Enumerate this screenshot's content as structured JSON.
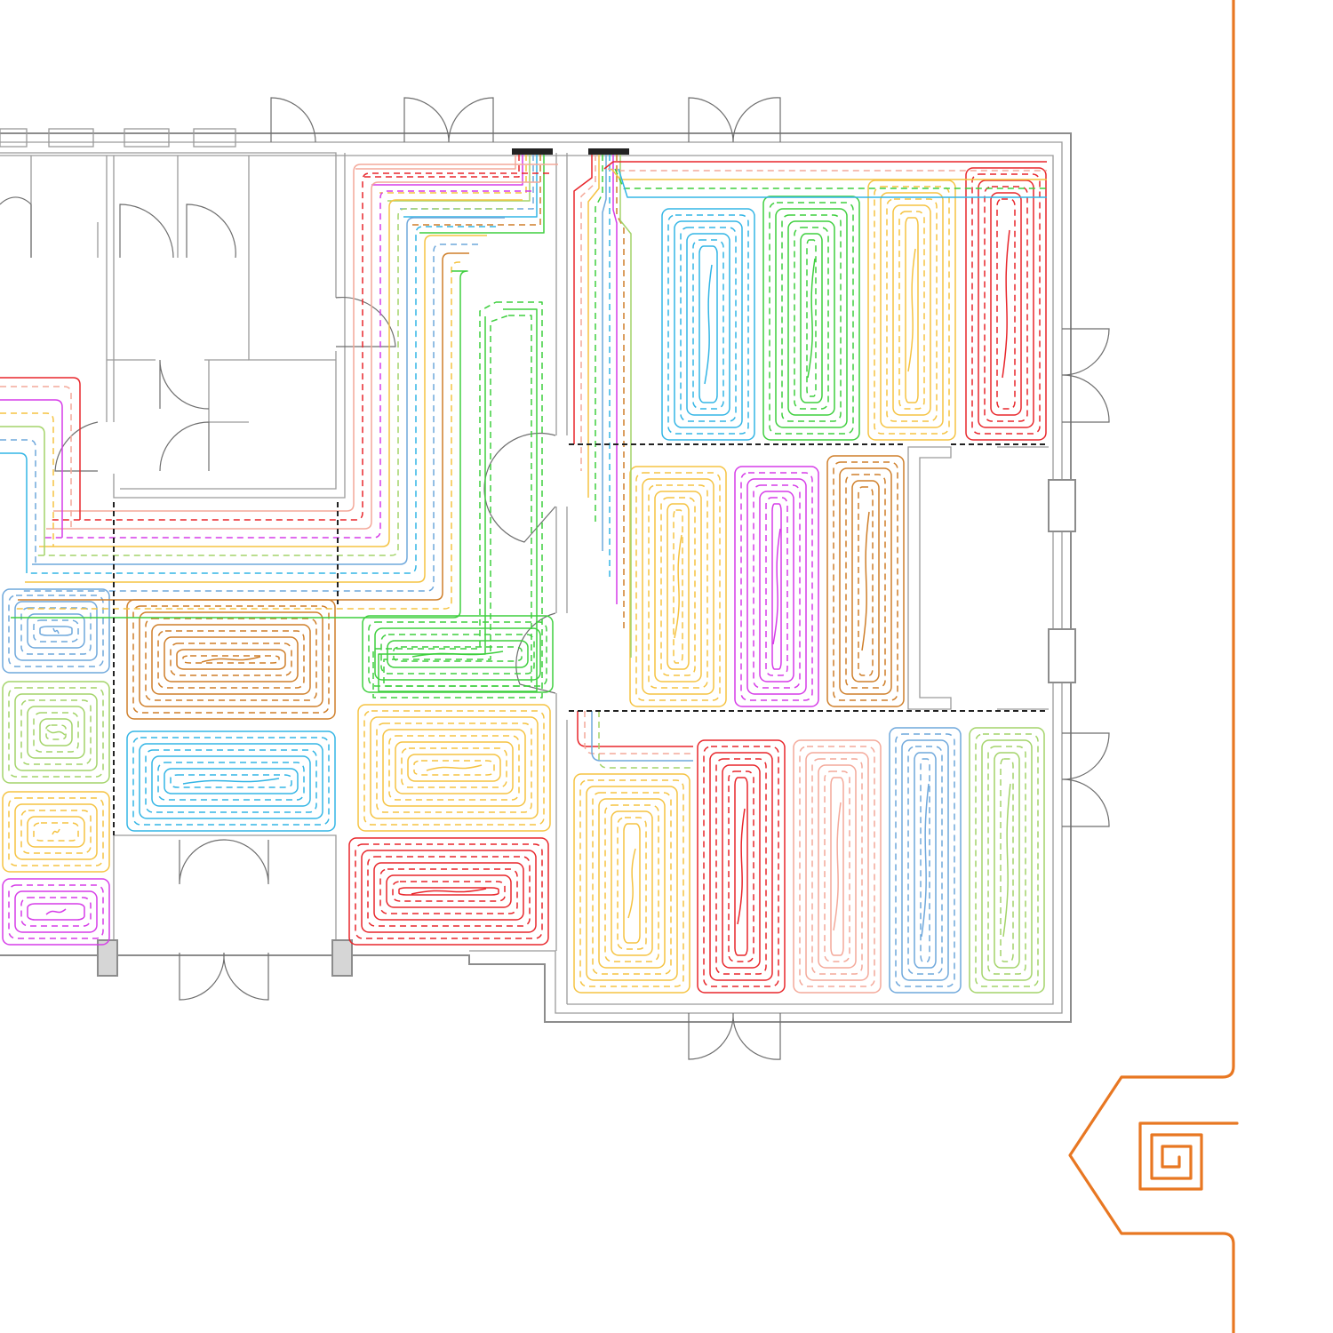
{
  "colors": {
    "brand": "#e87722",
    "wall": "#8c8c8c",
    "manifold": "#222222",
    "circuits": {
      "red": "#e8262b",
      "salmon": "#f4a99a",
      "magenta": "#d63ce8",
      "yellow": "#f5c342",
      "lime": "#a4d46a",
      "blue": "#6fa8dc",
      "cyan": "#33b5e5",
      "green": "#3fcf3f",
      "orange": "#cf7f2a"
    }
  },
  "icons": {
    "logo": "spiral-square-logo-icon",
    "frame": "orange-tab-frame-icon"
  },
  "plan": {
    "manifolds": 2,
    "heating_loops": [
      {
        "id": "A1",
        "color": "cyan"
      },
      {
        "id": "A2",
        "color": "green"
      },
      {
        "id": "A3",
        "color": "yellow"
      },
      {
        "id": "A4",
        "color": "red"
      },
      {
        "id": "B1",
        "color": "yellow"
      },
      {
        "id": "B2",
        "color": "magenta"
      },
      {
        "id": "B3",
        "color": "orange"
      },
      {
        "id": "C1",
        "color": "yellow"
      },
      {
        "id": "C2",
        "color": "red"
      },
      {
        "id": "C3",
        "color": "salmon"
      },
      {
        "id": "C4",
        "color": "blue"
      },
      {
        "id": "C5",
        "color": "lime"
      },
      {
        "id": "D1",
        "color": "orange"
      },
      {
        "id": "D2",
        "color": "cyan"
      },
      {
        "id": "D3",
        "color": "yellow"
      },
      {
        "id": "D4",
        "color": "red"
      },
      {
        "id": "D5",
        "color": "green"
      },
      {
        "id": "E1",
        "color": "blue"
      },
      {
        "id": "E2",
        "color": "lime"
      },
      {
        "id": "E3",
        "color": "yellow"
      },
      {
        "id": "E4",
        "color": "magenta"
      }
    ]
  }
}
